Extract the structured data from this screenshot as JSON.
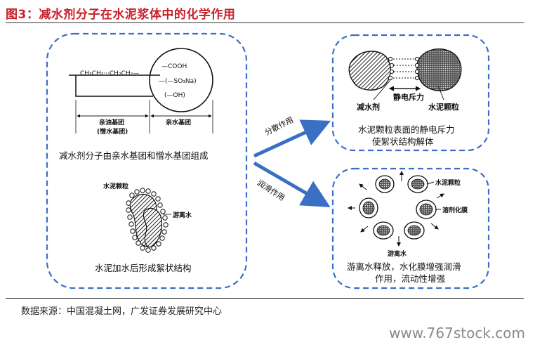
{
  "figure": {
    "title": "图3：减水剂分子在水泥浆体中的化学作用",
    "source": "数据来源：中国混凝土网，广发证券发展研究中心",
    "watermark": "www.767stock.com"
  },
  "left_panel": {
    "molecule": {
      "chain_label": "CH₃CH₂···CH₂CH₂—",
      "group_cooh": "—COOH",
      "group_so3na": "—(—SO₃Na)",
      "group_oh": "(—OH)",
      "lipophilic_label": "亲油基团",
      "hydrophobic_label": "(憎水基团)",
      "hydrophilic_label": "亲水基团"
    },
    "caption_top": "减水剂分子由亲水基团和憎水基团组成",
    "floc": {
      "cement_label": "水泥颗粒",
      "water_label": "游离水"
    },
    "caption_bottom": "水泥加水后形成絮状结构"
  },
  "arrows": {
    "upper_label": "分散作用",
    "lower_label": "润滑作用"
  },
  "right_top_panel": {
    "force_label": "静电斥力",
    "reducer_label": "减水剂",
    "cement_label": "水泥颗粒",
    "caption_line1": "水泥颗粒表面的静电斥力",
    "caption_line2": "使絮状结构解体"
  },
  "right_bottom_panel": {
    "cement_label": "水泥颗粒",
    "film_label": "溶剂化膜",
    "water_label": "游离水",
    "caption_line1": "游离水释放，水化膜增强润滑",
    "caption_line2": "作用，流动性增强"
  }
}
